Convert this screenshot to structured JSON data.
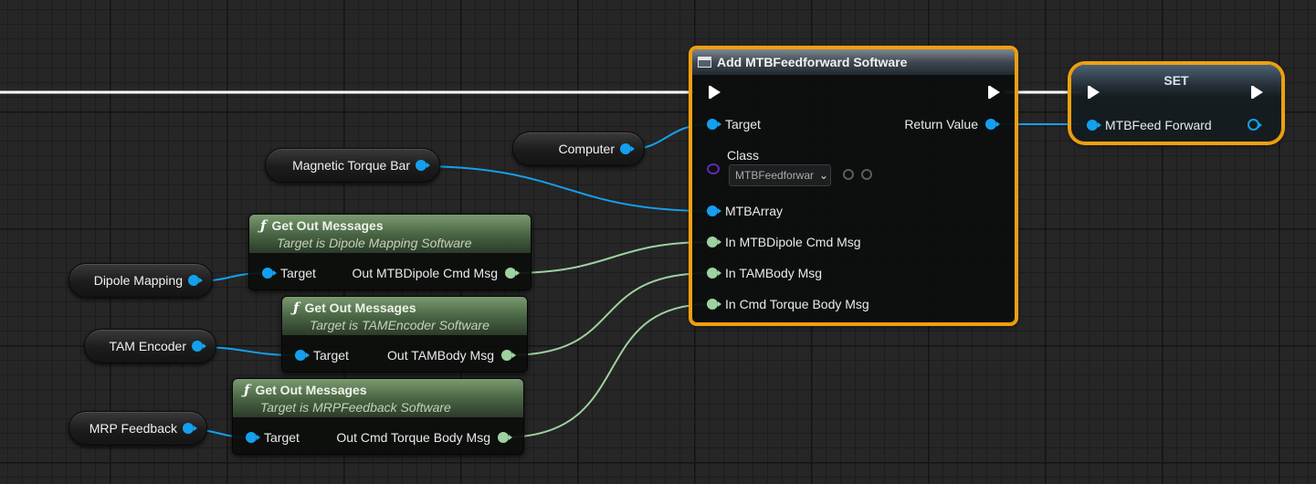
{
  "variables": {
    "computer": "Computer",
    "magnetic_torque_bar": "Magnetic Torque Bar",
    "dipole_mapping": "Dipole Mapping",
    "tam_encoder": "TAM Encoder",
    "mrp_feedback": "MRP Feedback"
  },
  "get_out_dipole": {
    "title": "Get Out Messages",
    "subtitle": "Target is Dipole Mapping Software",
    "input": "Target",
    "output": "Out MTBDipole Cmd Msg"
  },
  "get_out_tam": {
    "title": "Get Out Messages",
    "subtitle": "Target is TAMEncoder Software",
    "input": "Target",
    "output": "Out TAMBody Msg"
  },
  "get_out_mrp": {
    "title": "Get Out Messages",
    "subtitle": "Target is MRPFeedback Software",
    "input": "Target",
    "output": "Out Cmd Torque Body Msg"
  },
  "add_node": {
    "title": "Add MTBFeedforward Software",
    "target": "Target",
    "return_value": "Return Value",
    "class_label": "Class",
    "class_value": "MTBFeedforwar",
    "mtb_array": "MTBArray",
    "in_dipole": "In MTBDipole Cmd Msg",
    "in_tam": "In TAMBody Msg",
    "in_torque": "In Cmd Torque Body Msg"
  },
  "set_node": {
    "title": "SET",
    "pin": "MTBFeed Forward"
  },
  "colors": {
    "object_pin": "#14a0ee",
    "struct_pin": "#9ed2a0",
    "selection": "#f0a010",
    "class_pin": "#5c2bb8"
  }
}
